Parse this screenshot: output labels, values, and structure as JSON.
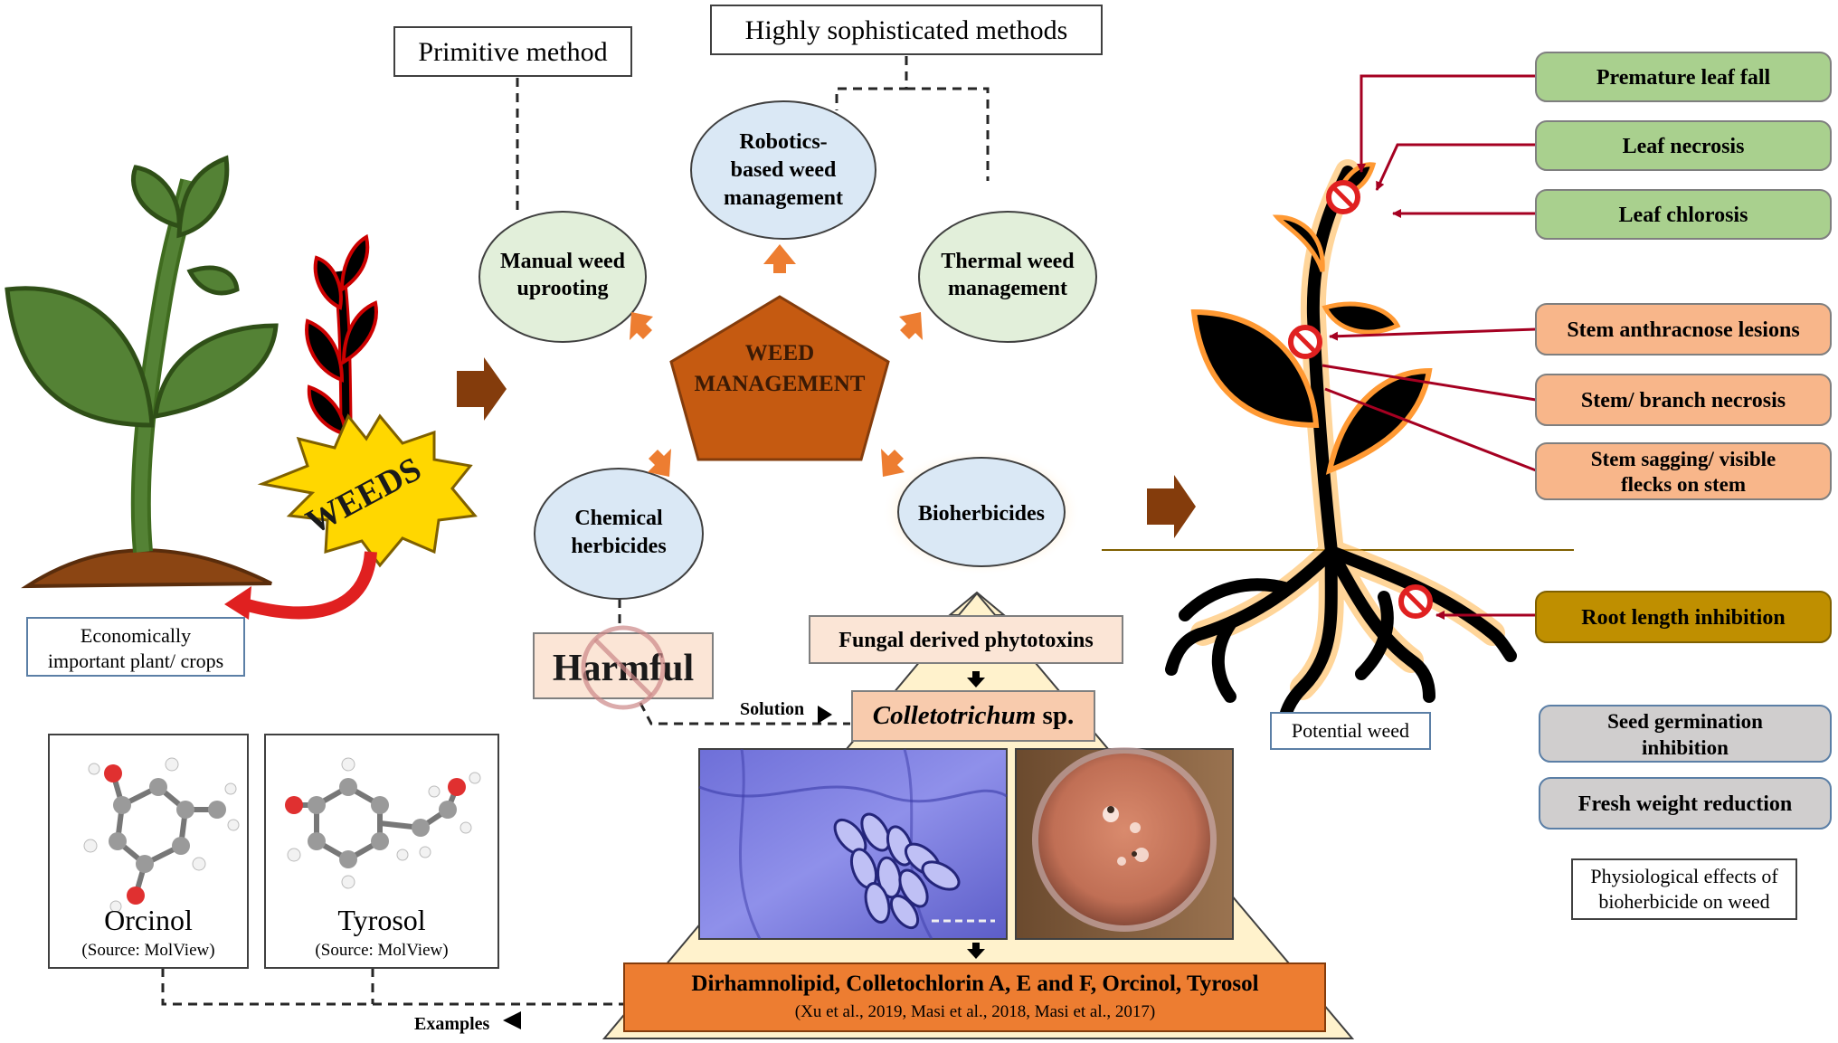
{
  "header": {
    "primitive_method": "Primitive method",
    "sophisticated_methods": "Highly sophisticated methods"
  },
  "center": {
    "weed_management_line1": "WEED",
    "weed_management_line2": "MANAGEMENT"
  },
  "methods": {
    "manual_line1": "Manual weed",
    "manual_line2": "uprooting",
    "robotics_line1": "Robotics-",
    "robotics_line2": "based weed",
    "robotics_line3": "management",
    "thermal_line1": "Thermal  weed",
    "thermal_line2": "management",
    "chemical_line1": "Chemical",
    "chemical_line2": "herbicides",
    "bioherbicides": "Bioherbicides"
  },
  "left_panel": {
    "weeds_label": "WEEDS",
    "crop_caption_line1": "Economically",
    "crop_caption_line2": "important plant/  crops",
    "harmful": "Harmful",
    "solution": "Solution"
  },
  "pyramid": {
    "phytotoxins": "Fungal  derived  phytotoxins",
    "genus": "Colletotrichum",
    "genus_suffix": " sp.",
    "compounds": "Dirhamnolipid,  Colletochlorin  A, E and F, Orcinol, Tyrosol",
    "references": "(Xu et al., 2019,  Masi et al., 2018,  Masi et al., 2017)",
    "examples": "Examples"
  },
  "molecules": {
    "orcinol_name": "Orcinol",
    "orcinol_source": "(Source:  MolView)",
    "tyrosol_name": "Tyrosol",
    "tyrosol_source": "(Source:  MolView)"
  },
  "weed_effects": {
    "potential_weed": "Potential weed",
    "leaf_effects": [
      "Premature  leaf fall",
      "Leaf necrosis",
      "Leaf chlorosis"
    ],
    "stem_effects": [
      "Stem anthracnose lesions",
      "Stem/ branch  necrosis"
    ],
    "stem_sagging_line1": "Stem sagging/ visible",
    "stem_sagging_line2": "flecks on stem",
    "root_effect": "Root length inhibition",
    "seed_germination_line1": "Seed germination",
    "seed_germination_line2": "inhibition",
    "fresh_weight": "Fresh weight reduction",
    "caption_line1": "Physiological  effects of",
    "caption_line2": "bioherbicide  on weed"
  },
  "colors": {
    "green_box": "#a9d08e",
    "salmon_box": "#f8b68a",
    "gold_box": "#bf8f00",
    "grey_box": "#d0cece",
    "light_blue_ellipse": "#dae8f5",
    "light_green_ellipse": "#e2efda",
    "pentagon": "#c55a11",
    "arrow_orange": "#ed7d31",
    "brown_arrow": "#843c0c",
    "dark_red": "#a50021"
  }
}
